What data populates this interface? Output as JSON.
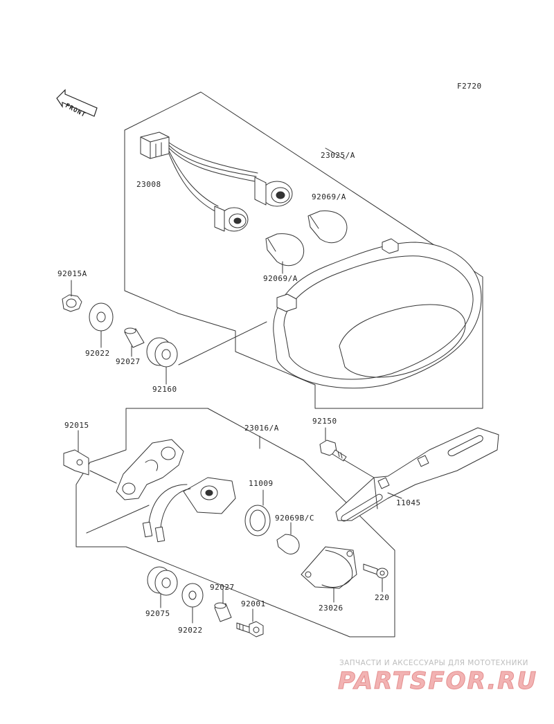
{
  "header": {
    "figure_code": "F2720",
    "front_label": "FRONT"
  },
  "parts": [
    {
      "id": "p23025A",
      "text": "23025/A",
      "name": "label-23025-a"
    },
    {
      "id": "p23008",
      "text": "23008",
      "name": "label-23008"
    },
    {
      "id": "p92069A_1",
      "text": "92069/A",
      "name": "label-92069-a-upper"
    },
    {
      "id": "p92069A_2",
      "text": "92069/A",
      "name": "label-92069-a-lower"
    },
    {
      "id": "p92015A",
      "text": "92015A",
      "name": "label-92015a"
    },
    {
      "id": "p92022_1",
      "text": "92022",
      "name": "label-92022-upper"
    },
    {
      "id": "p92027_1",
      "text": "92027",
      "name": "label-92027-upper"
    },
    {
      "id": "p92160",
      "text": "92160",
      "name": "label-92160"
    },
    {
      "id": "p92015",
      "text": "92015",
      "name": "label-92015"
    },
    {
      "id": "p23016A",
      "text": "23016/A",
      "name": "label-23016-a"
    },
    {
      "id": "p92150",
      "text": "92150",
      "name": "label-92150"
    },
    {
      "id": "p11009",
      "text": "11009",
      "name": "label-11009"
    },
    {
      "id": "p92069BC",
      "text": "92069B/C",
      "name": "label-92069b-c"
    },
    {
      "id": "p11045",
      "text": "11045",
      "name": "label-11045"
    },
    {
      "id": "p23026",
      "text": "23026",
      "name": "label-23026"
    },
    {
      "id": "p220",
      "text": "220",
      "name": "label-220"
    },
    {
      "id": "p92075",
      "text": "92075",
      "name": "label-92075"
    },
    {
      "id": "p92022_2",
      "text": "92022",
      "name": "label-92022-lower"
    },
    {
      "id": "p92027_2",
      "text": "92027",
      "name": "label-92027-lower"
    },
    {
      "id": "p92001",
      "text": "92001",
      "name": "label-92001"
    }
  ],
  "watermark": {
    "tagline": "ЗАПЧАСТИ И АКСЕССУАРЫ ДЛЯ МОТОТЕХНИКИ",
    "logo_text": "PARTSFOR.RU"
  }
}
